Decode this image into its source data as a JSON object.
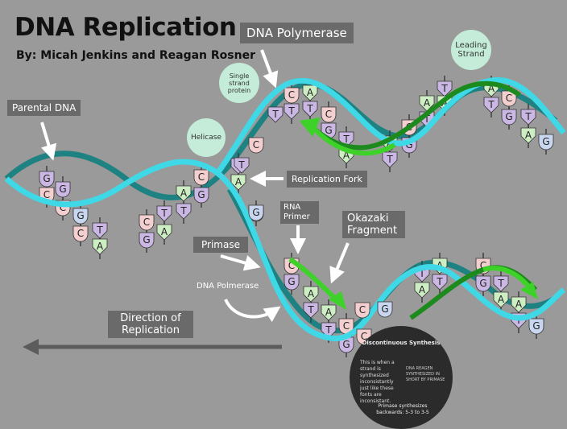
{
  "title": "DNA Replication",
  "byline": "By: Micah Jenkins and Reagan Rosner",
  "labels": {
    "dna_polymerase_top": "DNA Polymerase",
    "parental_dna": "Parental DNA",
    "replication_fork": "Replication Fork",
    "rna_primer": "RNA Primer",
    "okazaki_fragment": "Okazaki Fragment",
    "primase": "Primase",
    "dna_polymerase_bottom": "DNA Polmerase",
    "direction": "Direction of Replication"
  },
  "bubbles": {
    "single_strand_protein": "Single strand protein",
    "helicase": "Helicase",
    "leading_strand": "Leading Strand"
  },
  "disc": {
    "title": "Discontinuous Synthesis",
    "body": "This is when a strand is synthesized inconsistantly just like these fonts are inconsistant.",
    "side": "DNA REAGEN SYNTHESIZED IN SHORT BY PRIMASE",
    "footer": "Primase synthesizes backwards: 5-3 to 3-5"
  },
  "colors": {
    "background": "#9a9a9a",
    "strand_cyan": "#3fd8e6",
    "strand_teal": "#1f8282",
    "new_strand_green": "#3ed12a",
    "dark_green": "#1c8a1c",
    "base_pink": "#f4cfcf",
    "base_green": "#cdeec3",
    "base_lavender": "#cbb7e3",
    "base_blue": "#c8d6ef",
    "label_box": "#6a6a6a"
  },
  "bases": [
    {
      "letter": "G",
      "fill": "#cbb7e3"
    },
    {
      "letter": "C",
      "fill": "#f4cfcf"
    },
    {
      "letter": "G",
      "fill": "#cbb7e3"
    },
    {
      "letter": "C",
      "fill": "#f4cfcf"
    },
    {
      "letter": "G",
      "fill": "#c8d6ef"
    },
    {
      "letter": "C",
      "fill": "#f4cfcf"
    },
    {
      "letter": "T",
      "fill": "#cbb7e3"
    },
    {
      "letter": "A",
      "fill": "#cdeec3"
    },
    {
      "letter": "C",
      "fill": "#f4cfcf"
    },
    {
      "letter": "G",
      "fill": "#cbb7e3"
    },
    {
      "letter": "T",
      "fill": "#cbb7e3"
    },
    {
      "letter": "A",
      "fill": "#cdeec3"
    },
    {
      "letter": "A",
      "fill": "#cdeec3"
    },
    {
      "letter": "T",
      "fill": "#cbb7e3"
    },
    {
      "letter": "C",
      "fill": "#f4cfcf"
    },
    {
      "letter": "G",
      "fill": "#cbb7e3"
    },
    {
      "letter": "T",
      "fill": "#cbb7e3"
    },
    {
      "letter": "A",
      "fill": "#cdeec3"
    },
    {
      "letter": "G",
      "fill": "#c8d6ef"
    },
    {
      "letter": "C",
      "fill": "#f4cfcf"
    },
    {
      "letter": "T",
      "fill": "#cbb7e3"
    },
    {
      "letter": "A",
      "fill": "#cdeec3"
    },
    {
      "letter": "T",
      "fill": "#cbb7e3"
    },
    {
      "letter": "C",
      "fill": "#f4cfcf"
    },
    {
      "letter": "G",
      "fill": "#cbb7e3"
    },
    {
      "letter": "T",
      "fill": "#cbb7e3"
    },
    {
      "letter": "A",
      "fill": "#cdeec3"
    },
    {
      "letter": "A",
      "fill": "#cdeec3"
    },
    {
      "letter": "T",
      "fill": "#cbb7e3"
    },
    {
      "letter": "C",
      "fill": "#f4cfcf"
    },
    {
      "letter": "G",
      "fill": "#cbb7e3"
    },
    {
      "letter": "A",
      "fill": "#cdeec3"
    },
    {
      "letter": "T",
      "fill": "#cbb7e3"
    },
    {
      "letter": "T",
      "fill": "#cbb7e3"
    },
    {
      "letter": "A",
      "fill": "#cdeec3"
    },
    {
      "letter": "A",
      "fill": "#cdeec3"
    },
    {
      "letter": "T",
      "fill": "#cbb7e3"
    },
    {
      "letter": "C",
      "fill": "#f4cfcf"
    },
    {
      "letter": "G",
      "fill": "#cbb7e3"
    },
    {
      "letter": "T",
      "fill": "#cbb7e3"
    },
    {
      "letter": "A",
      "fill": "#cdeec3"
    },
    {
      "letter": "G",
      "fill": "#c8d6ef"
    },
    {
      "letter": "C",
      "fill": "#f4cfcf"
    },
    {
      "letter": "G",
      "fill": "#cbb7e3"
    },
    {
      "letter": "A",
      "fill": "#cdeec3"
    },
    {
      "letter": "T",
      "fill": "#cbb7e3"
    },
    {
      "letter": "A",
      "fill": "#cdeec3"
    },
    {
      "letter": "T",
      "fill": "#cbb7e3"
    },
    {
      "letter": "C",
      "fill": "#f4cfcf"
    },
    {
      "letter": "G",
      "fill": "#cbb7e3"
    },
    {
      "letter": "T",
      "fill": "#cbb7e3"
    },
    {
      "letter": "A",
      "fill": "#cdeec3"
    },
    {
      "letter": "A",
      "fill": "#cdeec3"
    },
    {
      "letter": "T",
      "fill": "#cbb7e3"
    },
    {
      "letter": "C",
      "fill": "#f4cfcf"
    },
    {
      "letter": "G",
      "fill": "#cbb7e3"
    },
    {
      "letter": "T",
      "fill": "#cbb7e3"
    },
    {
      "letter": "A",
      "fill": "#cdeec3"
    },
    {
      "letter": "A",
      "fill": "#cdeec3"
    },
    {
      "letter": "T",
      "fill": "#cbb7e3"
    },
    {
      "letter": "G",
      "fill": "#c8d6ef"
    }
  ],
  "loose_nucleotides": [
    {
      "letter": "T",
      "fill": "#cbb7e3"
    },
    {
      "letter": "C",
      "fill": "#f4cfcf"
    },
    {
      "letter": "T",
      "fill": "#cbb7e3"
    },
    {
      "letter": "G",
      "fill": "#c8d6ef"
    },
    {
      "letter": "C",
      "fill": "#f4cfcf"
    },
    {
      "letter": "G",
      "fill": "#c8d6ef"
    },
    {
      "letter": "C",
      "fill": "#f4cfcf"
    }
  ]
}
